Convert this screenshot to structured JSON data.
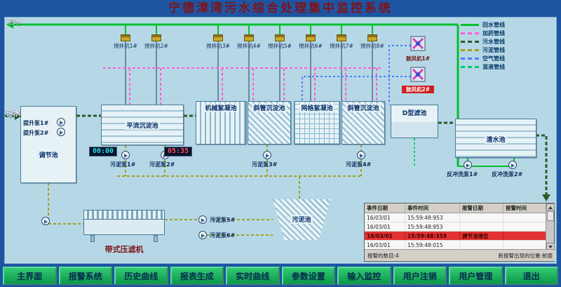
{
  "title": "宁德漳湾污水综合处理集中监控系统",
  "labels": {
    "backwater": "回水",
    "inlet": "污水"
  },
  "legend": {
    "items": [
      {
        "label": "回水管线",
        "color": "#00c030",
        "style": "solid"
      },
      {
        "label": "加药管线",
        "color": "#ff5fd7",
        "style": "dashed"
      },
      {
        "label": "污水管线",
        "color": "#2a5c2a",
        "style": "dashed"
      },
      {
        "label": "污泥管线",
        "color": "#a0a020",
        "style": "dashed"
      },
      {
        "label": "空气管线",
        "color": "#4a7fff",
        "style": "dashed"
      },
      {
        "label": "混液管线",
        "color": "#00cc77",
        "style": "dashed"
      }
    ]
  },
  "tanks": {
    "regulating": "调节池",
    "horizontal_sed": "平流沉淀池",
    "mechanical_floc": "机械絮凝池",
    "inclined_sed_1": "斜管沉淀池",
    "grid_floc": "网格絮凝池",
    "inclined_sed_2": "斜管沉淀池",
    "d_filter": "D型滤池",
    "clear_water": "清水池",
    "sludge_tank": "污泥池",
    "belt_press": "带式压滤机"
  },
  "mixers": [
    {
      "label": "搅拌机1#"
    },
    {
      "label": "搅拌机2#"
    },
    {
      "label": "搅拌机3#"
    },
    {
      "label": "搅拌机4#"
    },
    {
      "label": "搅拌机5#"
    },
    {
      "label": "搅拌机6#"
    },
    {
      "label": "搅拌机7#"
    },
    {
      "label": "搅拌机8#"
    }
  ],
  "blowers": [
    {
      "label": "鼓风机1#"
    },
    {
      "label": "鼓风机2#"
    }
  ],
  "pumps": {
    "lift": [
      {
        "label": "提升泵1#"
      },
      {
        "label": "提升泵2#"
      }
    ],
    "sludge": [
      {
        "label": "污泥泵1#"
      },
      {
        "label": "污泥泵2#"
      },
      {
        "label": "污泥泵3#"
      },
      {
        "label": "污泥泵4#"
      },
      {
        "label": "污泥泵5#"
      },
      {
        "label": "污泥泵6#"
      }
    ],
    "backwash": [
      {
        "label": "反冲洗泵1#"
      },
      {
        "label": "反冲洗泵2#"
      }
    ]
  },
  "timers": [
    {
      "value": "00:00"
    },
    {
      "value": "05:35"
    }
  ],
  "alarm_panel": {
    "headers": [
      "事件日期",
      "事件时间",
      "报警日期",
      "报警时间"
    ],
    "rows": [
      {
        "cells": [
          "16/03/01",
          "15:59:48:953",
          "",
          ""
        ],
        "alarm": false
      },
      {
        "cells": [
          "16/03/01",
          "15:59:48:953",
          "",
          ""
        ],
        "alarm": false
      },
      {
        "cells": [
          "16/03/01",
          "15:59:48:359",
          "调节池液位",
          ""
        ],
        "alarm": true
      },
      {
        "cells": [
          "16/03/01",
          "15:59:48:015",
          "",
          ""
        ],
        "alarm": false
      }
    ],
    "footer_count": "报警的数目:4",
    "footer_position": "新报警出现的位置:前面"
  },
  "nav": {
    "buttons": [
      {
        "label": "主界面"
      },
      {
        "label": "报警系统"
      },
      {
        "label": "历史曲线"
      },
      {
        "label": "报表生成"
      },
      {
        "label": "实时曲线"
      },
      {
        "label": "参数设置"
      },
      {
        "label": "输入监控"
      },
      {
        "label": "用户注销"
      },
      {
        "label": "用户管理"
      },
      {
        "label": "退出"
      }
    ]
  }
}
